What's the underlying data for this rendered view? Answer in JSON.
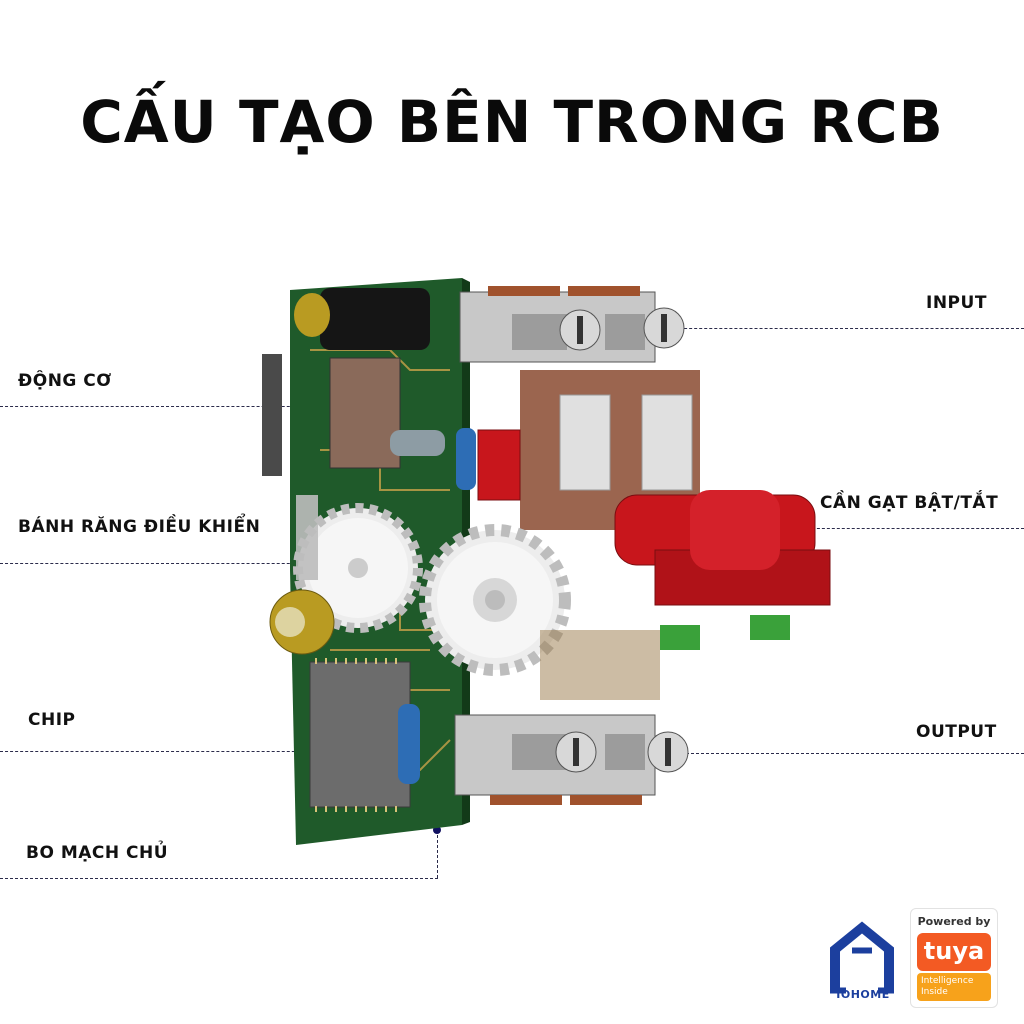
{
  "title": "CẤU TẠO BÊN TRONG RCB",
  "labels": {
    "input": "INPUT",
    "motor": "ĐỘNG CƠ",
    "toggle_lever": "CẦN GẠT BẬT/TẮT",
    "control_gear": "BÁNH RĂNG ĐIỀU KHIỂN",
    "chip": "CHIP",
    "output": "OUTPUT",
    "main_board": "BO MẠCH CHỦ"
  },
  "branding": {
    "iohome": "IOHOME",
    "tuya_powered_by": "Powered by",
    "tuya_logo": "tuya",
    "tuya_tagline": "Intelligence Inside"
  },
  "colors": {
    "pcb": "#1f5a2a",
    "gear": "#f2f2f2",
    "lever": "#c8161c",
    "copper": "#a0522d",
    "leader": "#2b2b4a",
    "iohome_blue": "#1c3f9e",
    "tuya_orange": "#f35a23"
  },
  "icons": [
    "house-logo-icon",
    "tuya-logo-icon"
  ]
}
